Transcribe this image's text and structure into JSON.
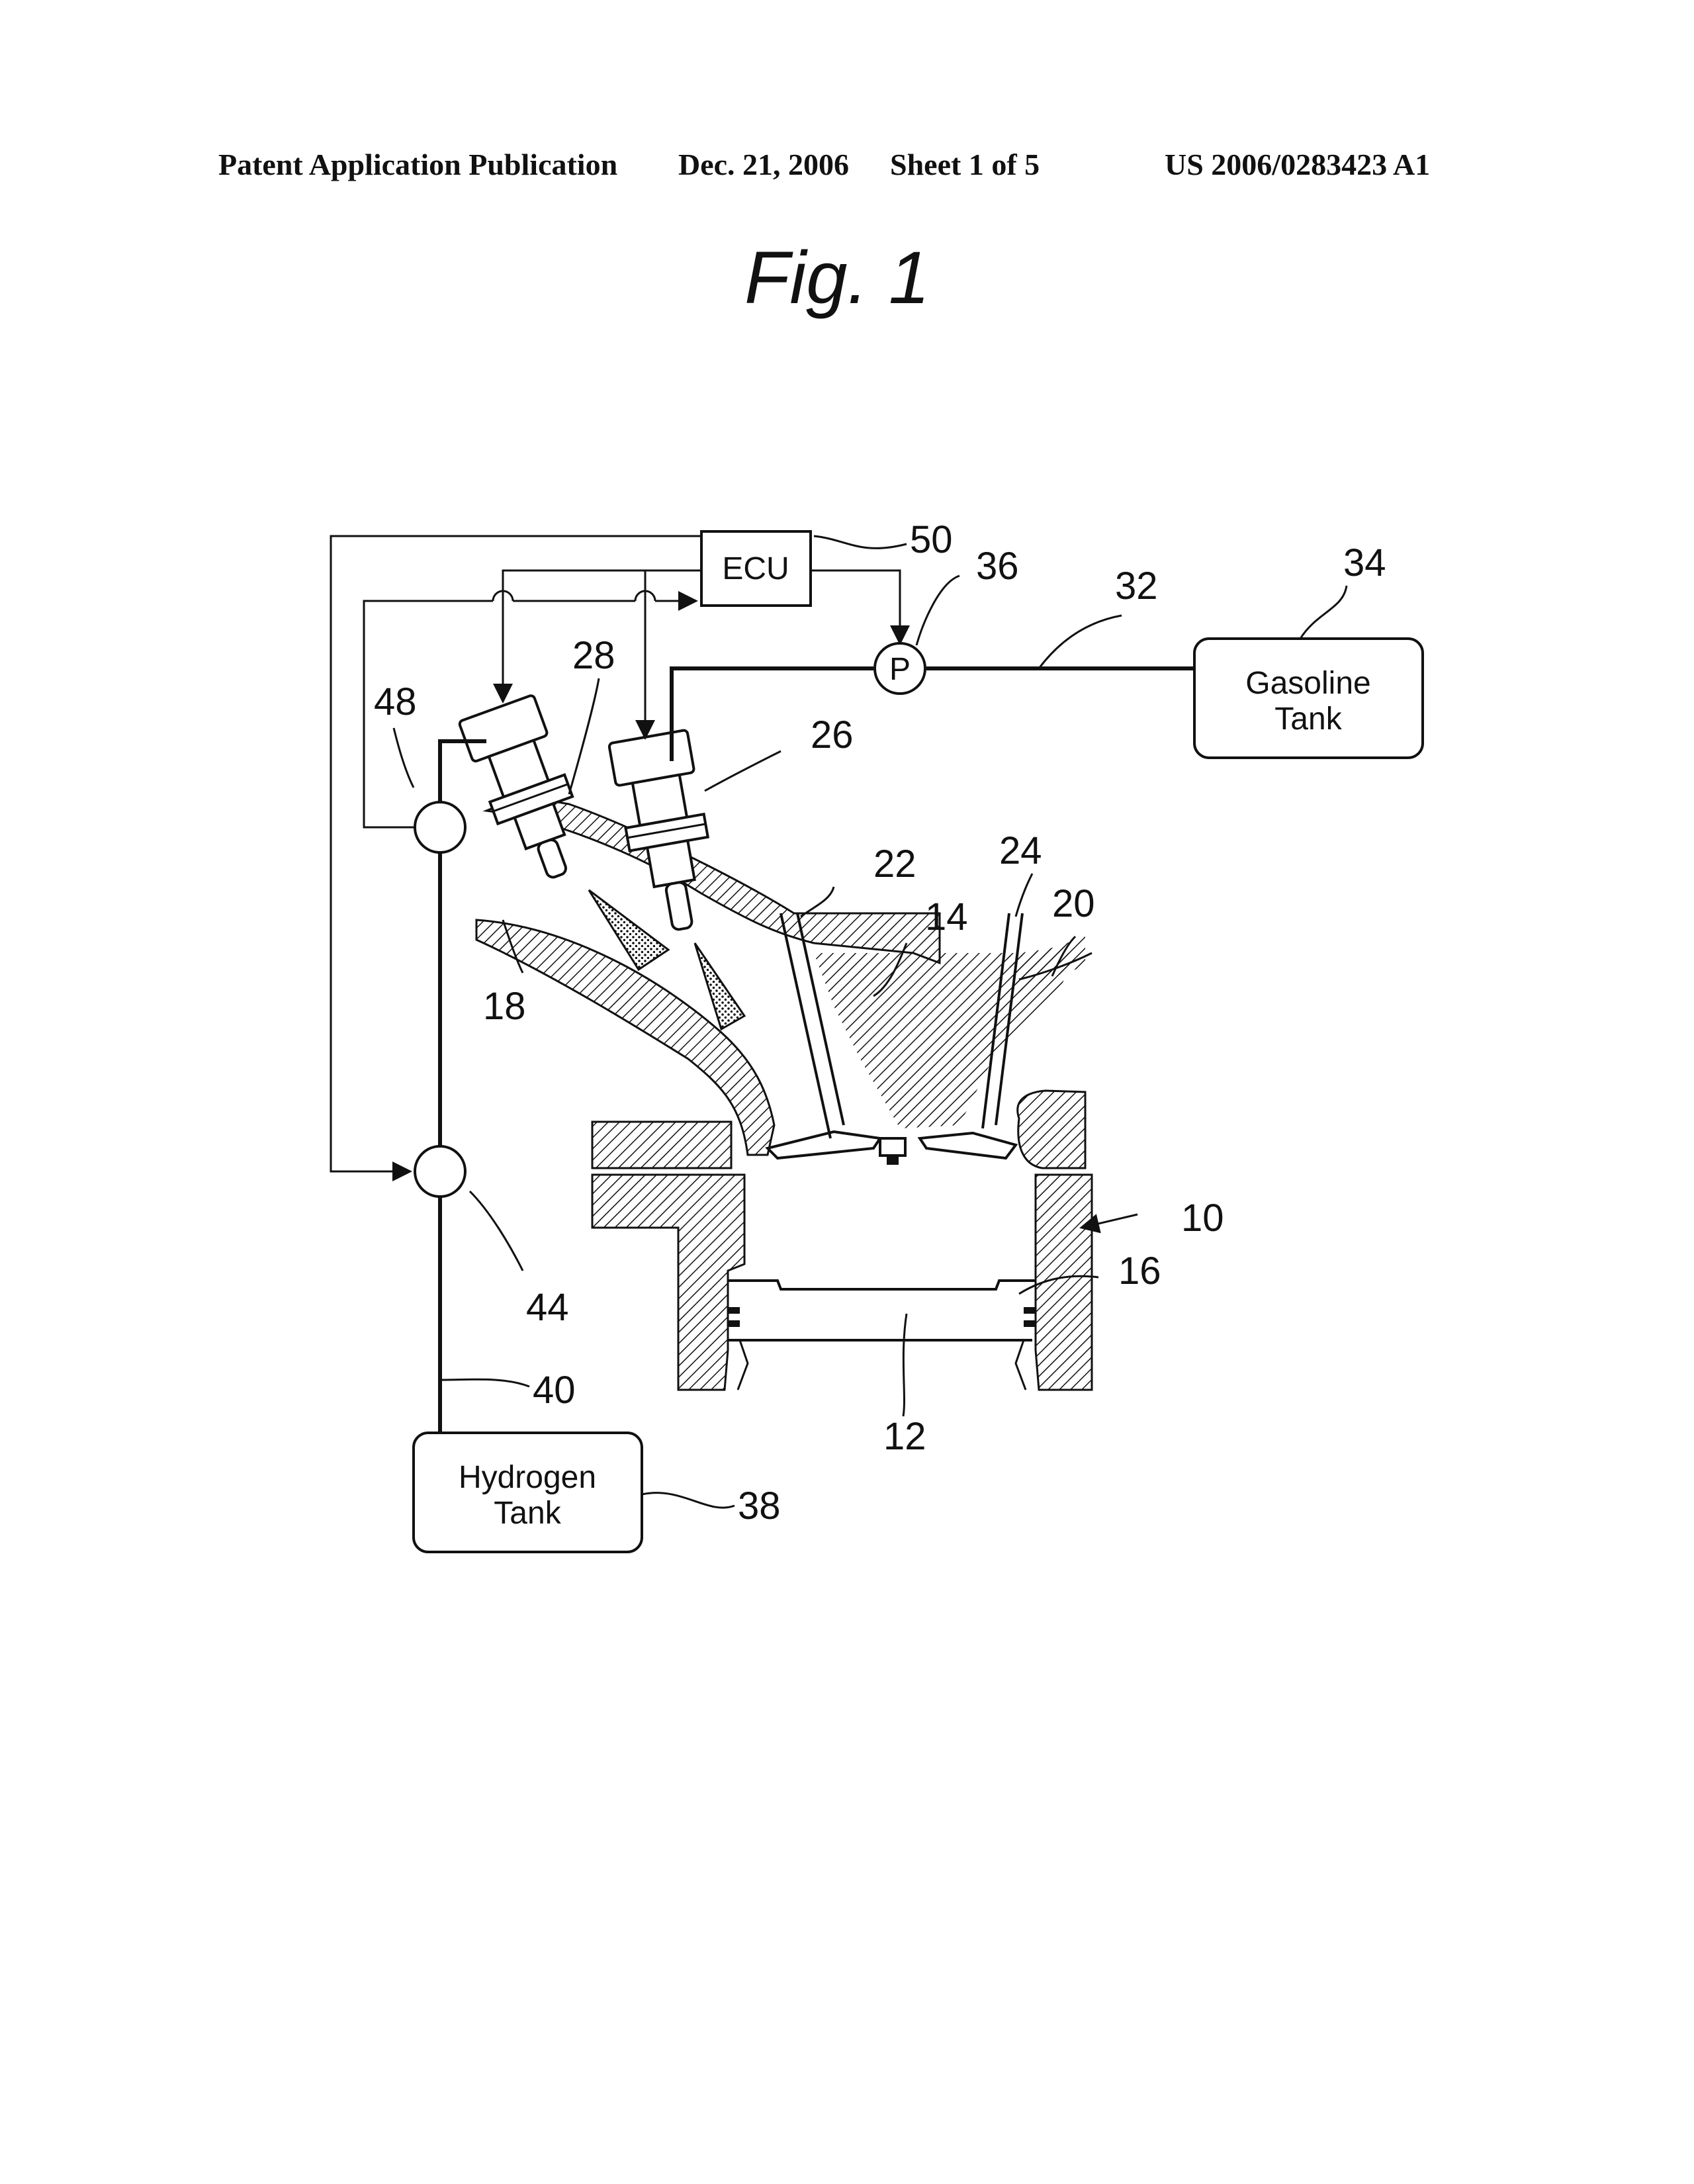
{
  "header": {
    "publication": "Patent Application Publication",
    "date": "Dec. 21, 2006",
    "sheet": "Sheet 1 of 5",
    "number": "US 2006/0283423 A1"
  },
  "figure": {
    "title": "Fig. 1",
    "ecu_label": "ECU",
    "pump_label": "P",
    "gasoline_tank": [
      "Gasoline",
      "Tank"
    ],
    "hydrogen_tank": [
      "Hydrogen",
      "Tank"
    ],
    "refs": {
      "r10": "10",
      "r12": "12",
      "r14": "14",
      "r16": "16",
      "r18": "18",
      "r20": "20",
      "r22": "22",
      "r24": "24",
      "r26": "26",
      "r28": "28",
      "r32": "32",
      "r34": "34",
      "r36": "36",
      "r38": "38",
      "r40": "40",
      "r44": "44",
      "r48": "48",
      "r50": "50"
    }
  }
}
